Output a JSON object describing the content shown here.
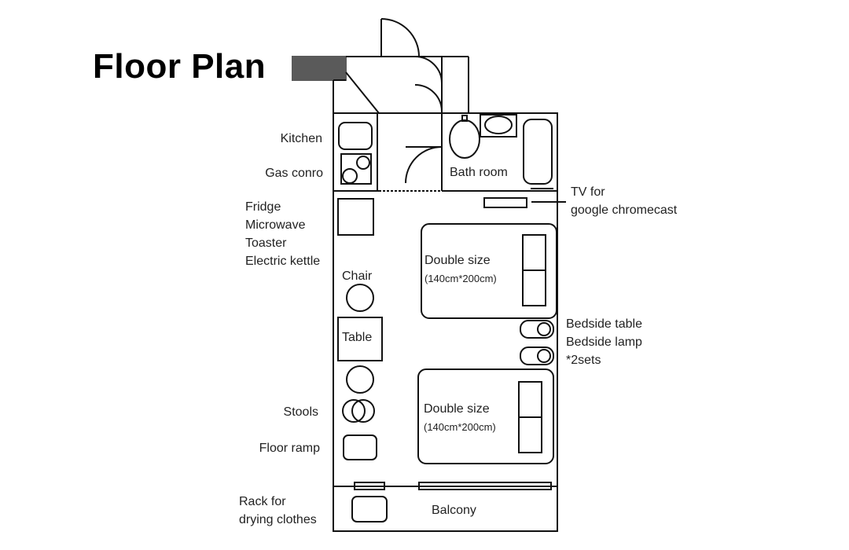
{
  "title": "Floor Plan",
  "labels": {
    "kitchen": "Kitchen",
    "gas_conro": "Gas conro",
    "fridge_group": [
      "Fridge",
      "Microwave",
      "Toaster",
      "Electric kettle"
    ],
    "chair": "Chair",
    "table": "Table",
    "stools": "Stools",
    "floor_ramp": "Floor ramp",
    "rack": [
      "Rack for",
      "drying clothes"
    ],
    "bath_room": "Bath room",
    "tv": [
      "TV for",
      "google chromecast"
    ],
    "bed1_name": "Double size",
    "bed1_size": "(140cm*200cm)",
    "bed2_name": "Double size",
    "bed2_size": "(140cm*200cm)",
    "bedside": [
      "Bedside table",
      "Bedside lamp",
      "*2sets"
    ],
    "balcony": "Balcony"
  },
  "colors": {
    "line": "#111111",
    "entrance_block": "#5a5a5a"
  }
}
